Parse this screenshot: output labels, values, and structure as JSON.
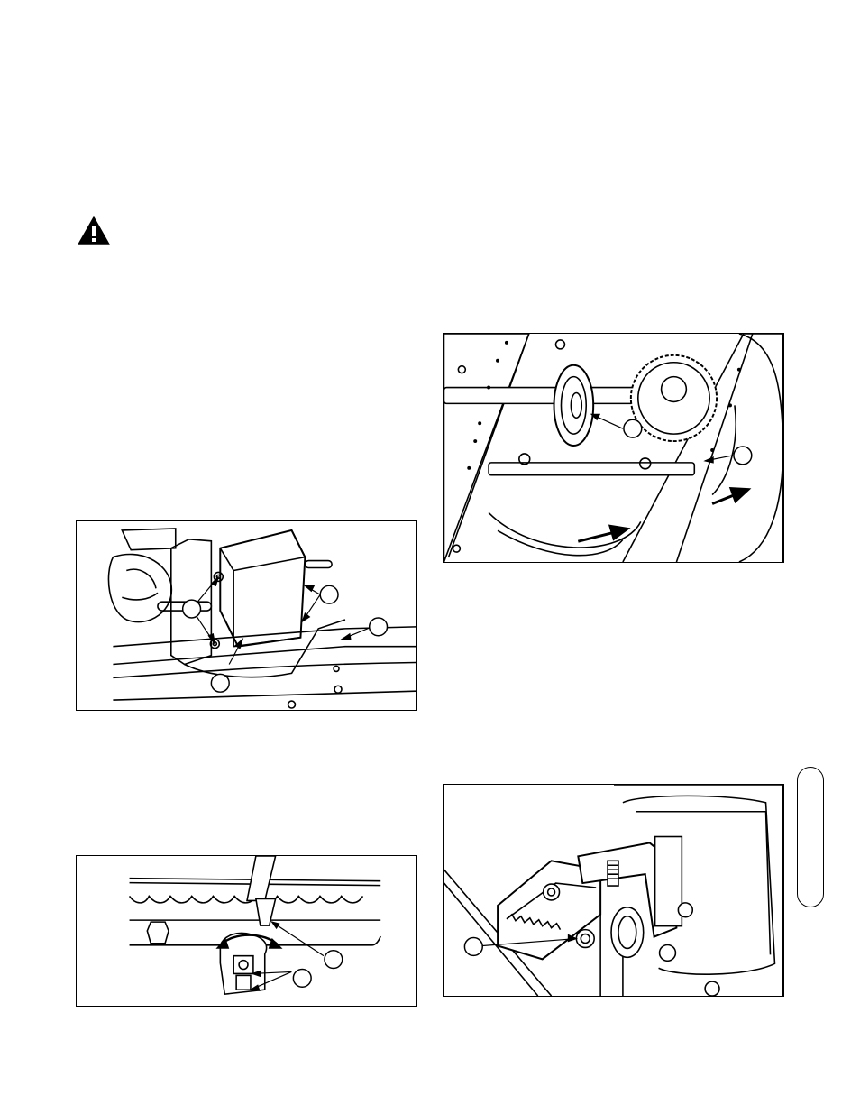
{
  "page": {
    "warning_icon": "warning-triangle-icon",
    "side_tab_icon": "rounded-tab"
  },
  "figures": [
    {
      "id": "fig-auger-gearbox",
      "callouts": [
        "",
        "",
        "",
        ""
      ]
    },
    {
      "id": "fig-chute-crank",
      "callouts": [
        "",
        ""
      ]
    },
    {
      "id": "fig-drive-chain",
      "callouts": [
        "",
        ""
      ]
    },
    {
      "id": "fig-pinion-bracket",
      "callouts": [
        ""
      ]
    }
  ],
  "colors": {
    "ink": "#000000",
    "paper": "#ffffff"
  }
}
